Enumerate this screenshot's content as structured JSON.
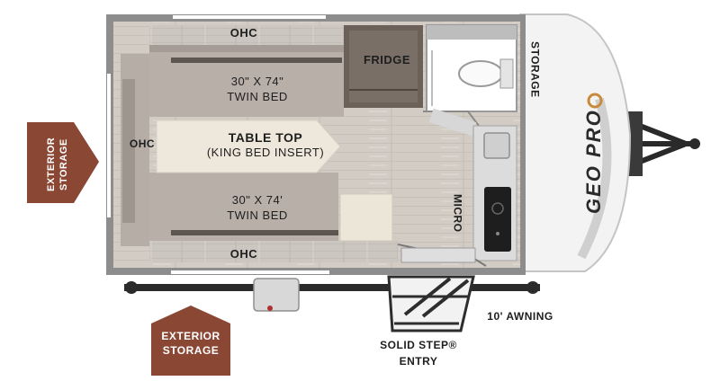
{
  "labels": {
    "ohc_top": "OHC",
    "ohc_left": "OHC",
    "ohc_bottom": "OHC",
    "fridge": "FRIDGE",
    "storage": "STORAGE",
    "bed_top_line1": "30\" X 74\"",
    "bed_top_line2": "TWIN BED",
    "table_line1": "TABLE TOP",
    "table_line2": "(KING BED INSERT)",
    "bed_bottom_line1": "30\" X 74'",
    "bed_bottom_line2": "TWIN BED",
    "micro": "MICRO",
    "awning": "10' AWNING",
    "step_line1": "SOLID STEP®",
    "step_line2": "ENTRY",
    "ext_left_line1": "EXTERIOR",
    "ext_left_line2": "STORAGE",
    "ext_bottom_line1": "EXTERIOR",
    "ext_bottom_line2": "STORAGE",
    "logo": "GEO PRO"
  },
  "colors": {
    "wall": "#8a8a8a",
    "floor_wood": "#cfcac4",
    "cushion": "#b9b1aa",
    "bed_insert": "#efe9dd",
    "cabinet": "#6b5f57",
    "exterior_storage": "#8b4a36",
    "front_cap": "#f4f4f4"
  }
}
